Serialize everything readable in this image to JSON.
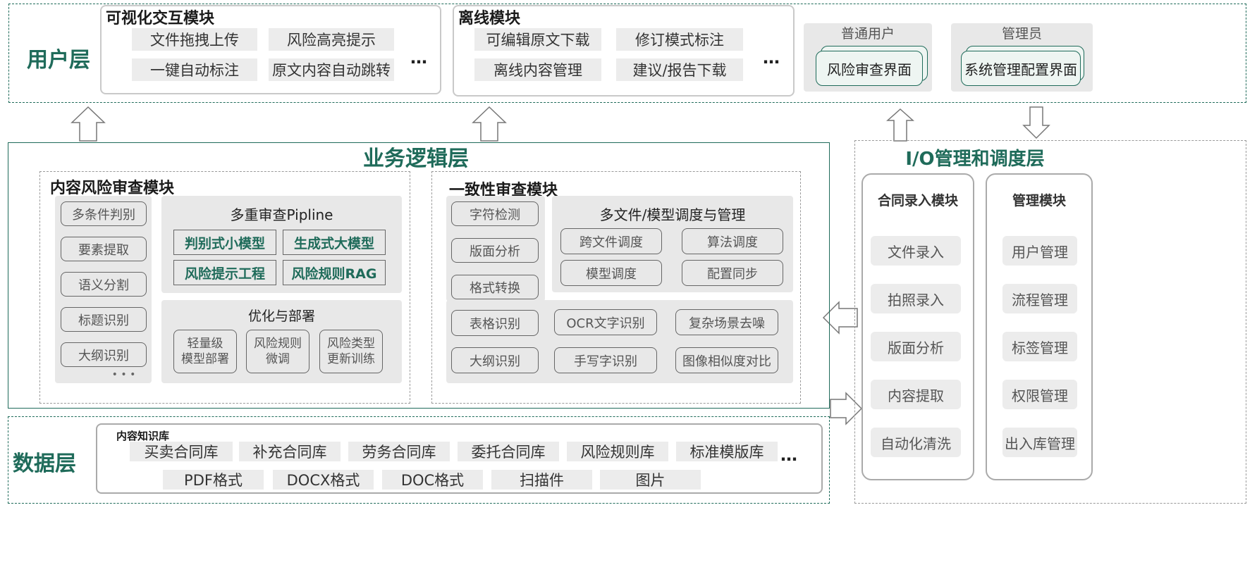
{
  "user_layer": {
    "title": "用户层",
    "visual_module": {
      "title": "可视化交互模块",
      "items": [
        "文件拖拽上传",
        "风险高亮提示",
        "一键自动标注",
        "原文内容自动跳转"
      ],
      "more": "…"
    },
    "offline_module": {
      "title": "离线模块",
      "items": [
        "可编辑原文下载",
        "修订模式标注",
        "离线内容管理",
        "建议/报告下载"
      ],
      "more": "…"
    },
    "normal_user": {
      "label": "普通用户",
      "interface": "风险审查界面"
    },
    "admin": {
      "label": "管理员",
      "interface": "系统管理配置界面"
    }
  },
  "business_layer": {
    "title": "业务逻辑层",
    "content_risk_module": {
      "title": "内容风险审查模块",
      "left_items": [
        "多条件判别",
        "要素提取",
        "语义分割",
        "标题识别",
        "大纲识别"
      ],
      "more": "• • •",
      "pipeline": {
        "title": "多重审查Pipline",
        "items": [
          "判别式小模型",
          "生成式大模型",
          "风险提示工程",
          "风险规则RAG"
        ]
      },
      "optimize": {
        "title": "优化与部署",
        "items": [
          [
            "轻量级",
            "模型部署"
          ],
          [
            "风险规则",
            "微调"
          ],
          [
            "风险类型",
            "更新训练"
          ]
        ]
      }
    },
    "consistency_module": {
      "title": "一致性审查模块",
      "left_items": [
        "字符检测",
        "版面分析",
        "格式转换"
      ],
      "scheduling": {
        "title": "多文件/模型调度与管理",
        "items": [
          "跨文件调度",
          "算法调度",
          "模型调度",
          "配置同步"
        ]
      },
      "bottom_items": [
        "表格识别",
        "OCR文字识别",
        "复杂场景去噪",
        "大纲识别",
        "手写字识别",
        "图像相似度对比"
      ]
    }
  },
  "io_layer": {
    "title": "I/O管理和调度层",
    "contract_input": {
      "title": "合同录入模块",
      "items": [
        "文件录入",
        "拍照录入",
        "版面分析",
        "内容提取",
        "自动化清洗"
      ]
    },
    "management": {
      "title": "管理模块",
      "items": [
        "用户管理",
        "流程管理",
        "标签管理",
        "权限管理",
        "出入库管理"
      ]
    }
  },
  "data_layer": {
    "title": "数据层",
    "kb_title": "内容知识库",
    "row1": [
      "买卖合同库",
      "补充合同库",
      "劳务合同库",
      "委托合同库",
      "风险规则库",
      "标准模版库"
    ],
    "more": "…",
    "row2": [
      "PDF格式",
      "DOCX格式",
      "DOC格式",
      "扫描件",
      "图片"
    ]
  },
  "colors": {
    "accent": "#1f6b5a",
    "panel": "#e8e8e8",
    "flat": "#ececec"
  }
}
